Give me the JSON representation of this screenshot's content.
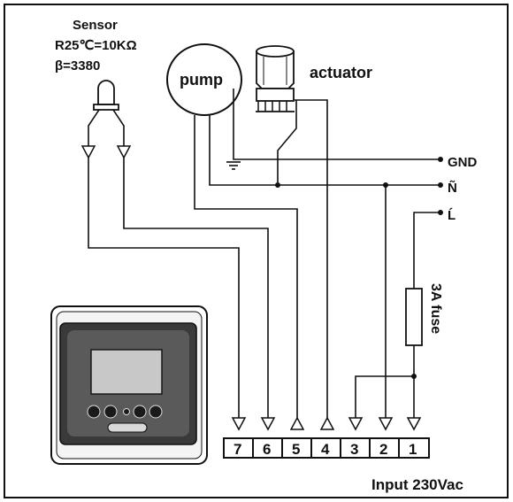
{
  "sensor": {
    "title": "Sensor",
    "resistance": "R25℃=10KΩ",
    "beta": "β=3380"
  },
  "pump": {
    "label": "pump"
  },
  "actuator": {
    "label": "actuator"
  },
  "lines": {
    "gnd": "GND",
    "neutral": "Ñ",
    "live": "Ĺ"
  },
  "fuse": {
    "label": "3A fuse"
  },
  "terminals": [
    "7",
    "6",
    "5",
    "4",
    "3",
    "2",
    "1"
  ],
  "input": {
    "label": "Input 230Vac"
  },
  "colors": {
    "ink": "#111111",
    "panel": "#3a3a3a",
    "screen": "#c8c8c8"
  }
}
